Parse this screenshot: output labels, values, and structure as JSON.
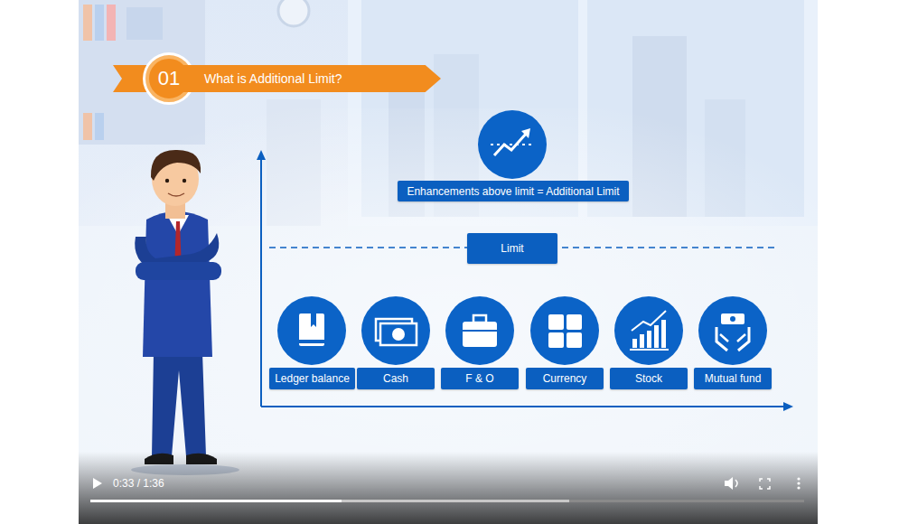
{
  "diagram": {
    "nodes": [
      {
        "text": [
          "01"
        ]
      },
      {
        "text": [
          "What is Additional Limit?"
        ]
      },
      {
        "text": [
          "Enhancements above limit = Additional Limit"
        ]
      },
      {
        "text": [
          "Limit"
        ]
      },
      {
        "text": [
          "Ledger balance"
        ]
      },
      {
        "text": [
          "Cash"
        ]
      },
      {
        "text": [
          "F & O"
        ]
      },
      {
        "text": [
          "Currency"
        ]
      },
      {
        "text": [
          "Stock"
        ]
      },
      {
        "text": [
          "Mutual fund"
        ]
      }
    ],
    "labels": [
      "0:33 / 1:36"
    ]
  }
}
